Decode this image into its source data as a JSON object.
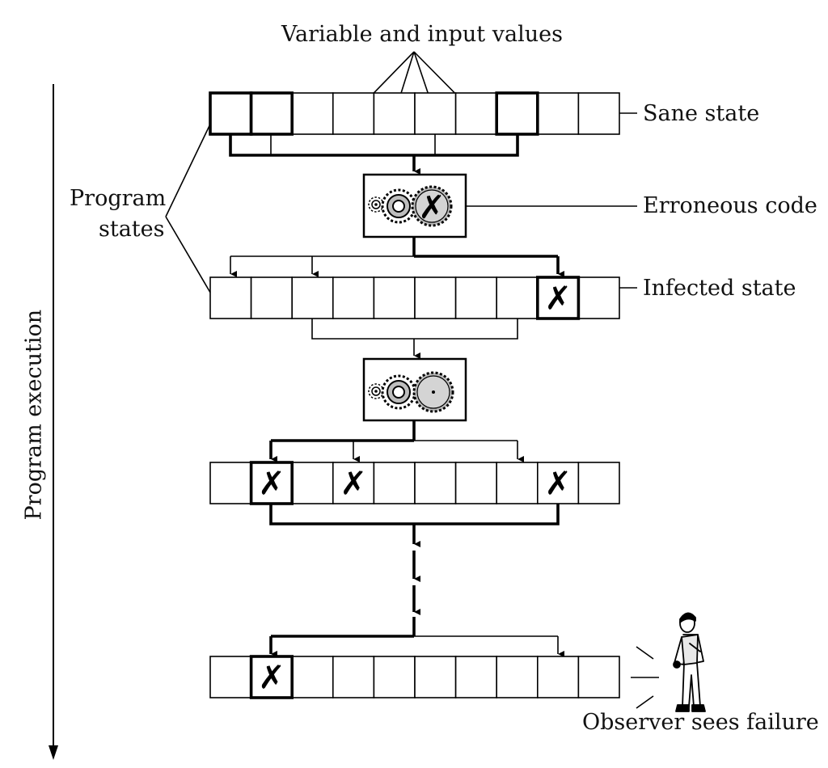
{
  "diagram": {
    "title_top": "Variable and input values",
    "labels": {
      "sane_state": "Sane state",
      "erroneous_code": "Erroneous code",
      "infected_state": "Infected state",
      "program_states_line1": "Program",
      "program_states_line2": "states",
      "program_execution": "Program execution",
      "observer": "Observer sees failure"
    },
    "icons": [
      "gears-icon",
      "infected-gear-icon",
      "observer-person-icon",
      "cross-mark-icon",
      "arrow-icon"
    ],
    "rows": [
      {
        "name": "sane-state-row",
        "cells": 10,
        "bold_cells": [
          0,
          1,
          7
        ],
        "infected_cells": []
      },
      {
        "name": "infected-state-row",
        "cells": 10,
        "bold_cells": [
          8
        ],
        "infected_cells": [
          8
        ]
      },
      {
        "name": "propagated-state-row",
        "cells": 10,
        "bold_cells": [
          1
        ],
        "infected_cells": [
          1,
          3,
          8
        ]
      },
      {
        "name": "final-state-row",
        "cells": 10,
        "bold_cells": [
          1
        ],
        "infected_cells": [
          1
        ]
      }
    ],
    "colors": {
      "line": "#000000",
      "gear_fill": "#bdbdbd",
      "background": "#ffffff"
    }
  }
}
